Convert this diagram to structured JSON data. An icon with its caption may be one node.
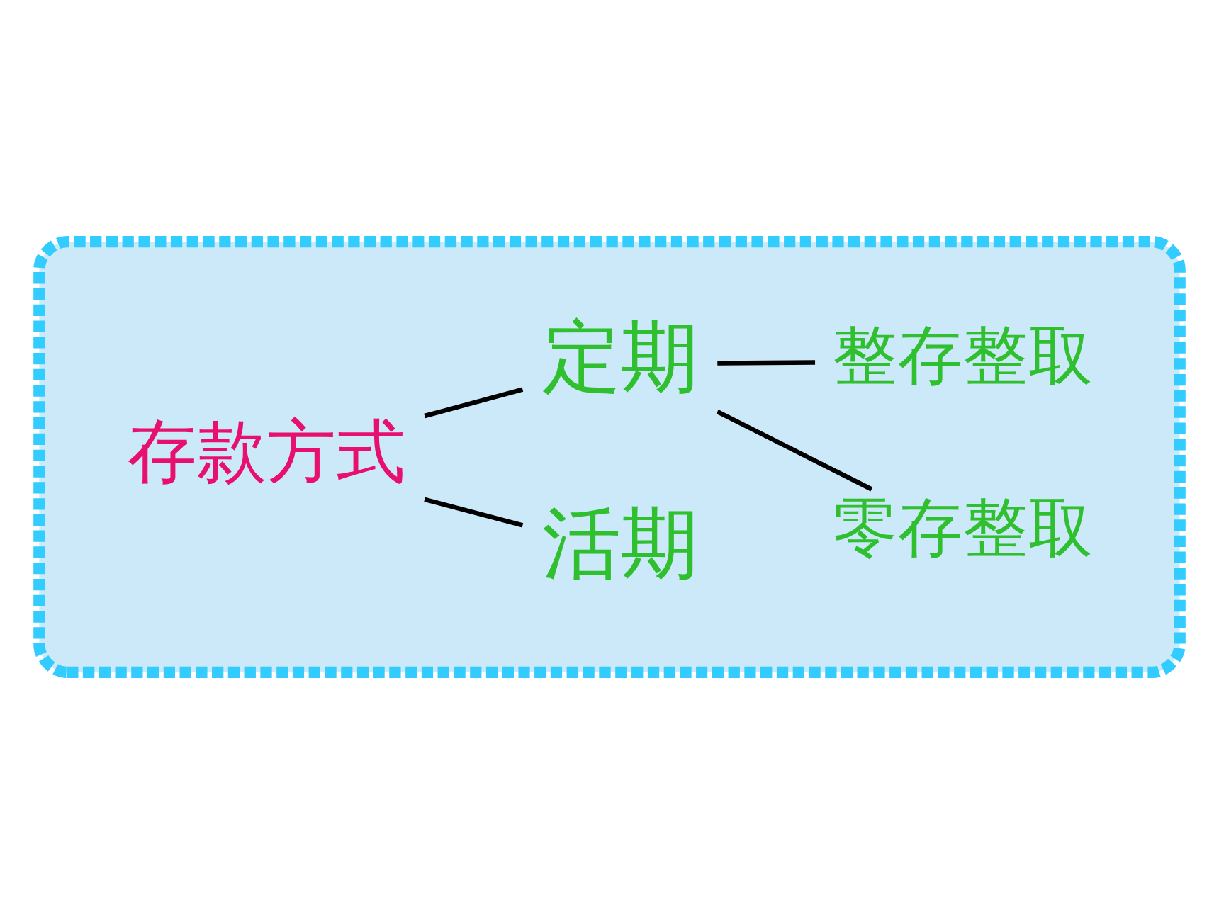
{
  "diagram": {
    "nodes": [
      {
        "text": [],
        "shape": "box"
      },
      {
        "text": [
          "存款方式"
        ],
        "in": 0
      },
      {
        "text": [
          "活期"
        ],
        "in": 0
      },
      {
        "text": [
          "定期"
        ],
        "in": 0
      },
      {
        "text": [
          "零存整取"
        ],
        "in": 0
      },
      {
        "text": [
          "整存整取"
        ],
        "in": 0
      }
    ],
    "edges": [
      {
        "from": 1,
        "to": 2,
        "arrow": "none"
      },
      {
        "from": 1,
        "to": 3,
        "arrow": "none"
      },
      {
        "from": 3,
        "to": 4,
        "arrow": "none"
      },
      {
        "from": 3,
        "to": 5,
        "arrow": "none"
      }
    ]
  }
}
